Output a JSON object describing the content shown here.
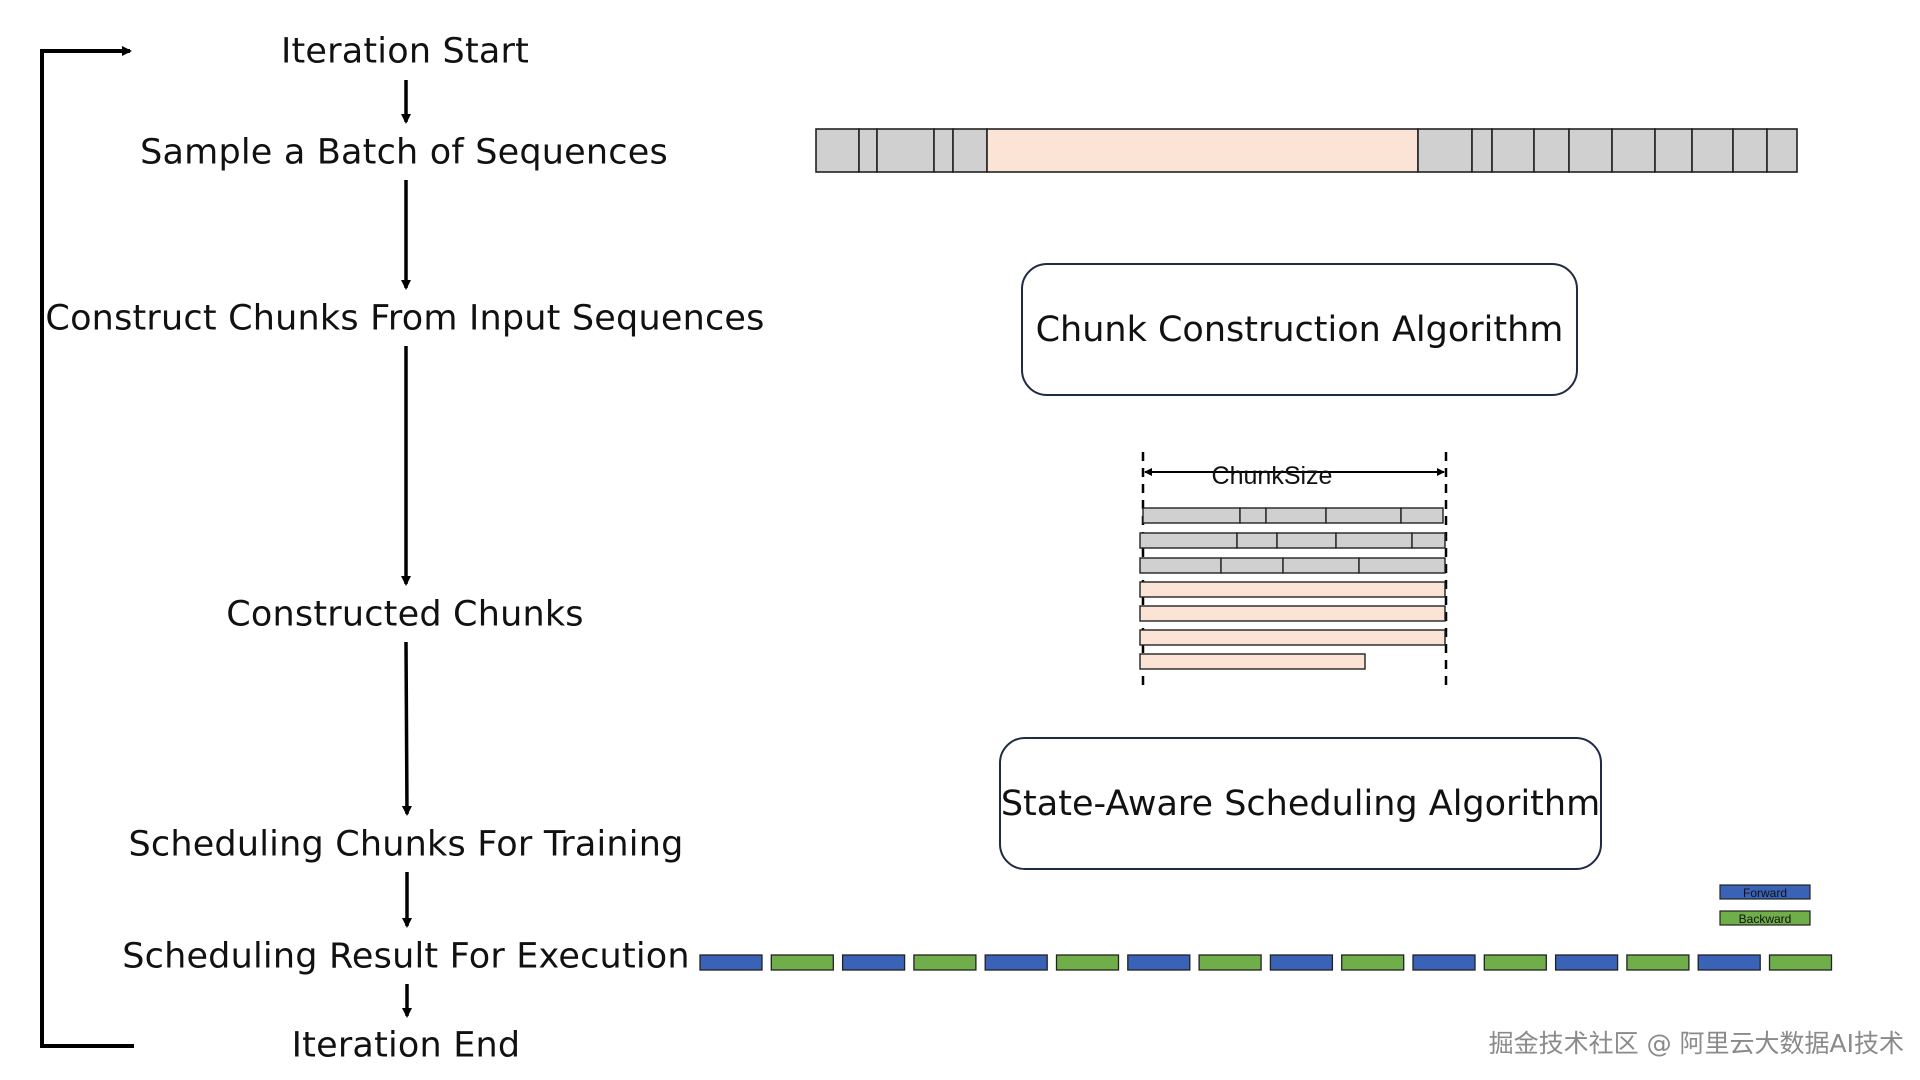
{
  "flow_steps": [
    "Iteration Start",
    "Sample a Batch of Sequences",
    "Construct Chunks From Input Sequences",
    "Constructed Chunks",
    "Scheduling Chunks For Training",
    "Scheduling Result For Execution",
    "Iteration End"
  ],
  "algorithms": {
    "chunk_construction": "Chunk Construction Algorithm",
    "scheduling": "State-Aware Scheduling Algorithm"
  },
  "chunk_size_label": "ChunkSize",
  "legend": {
    "forward": "Forward",
    "backward": "Backward"
  },
  "colors": {
    "sequence_gray": "#d0d0d0",
    "long_sequence": "#fbe4d6",
    "forward": "#3a63b8",
    "backward": "#6fae48",
    "box_border": "#1f2a44"
  },
  "watermark": "掘金技术社区 @ 阿里云大数据AI技术"
}
